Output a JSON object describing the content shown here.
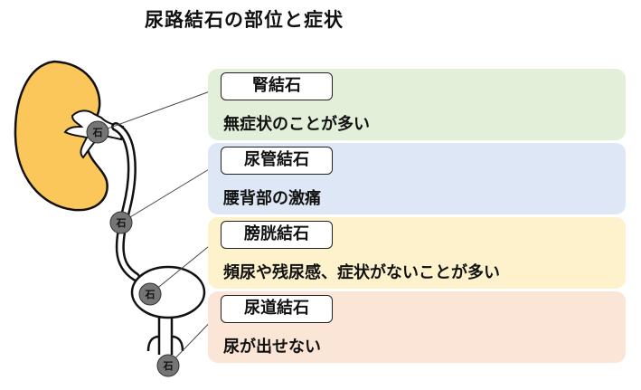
{
  "title": "尿路結石の部位と症状",
  "stone_marker": "石",
  "sections": [
    {
      "tag": "腎結石",
      "description": "無症状のことが多い",
      "color": "#e2efd9"
    },
    {
      "tag": "尿管結石",
      "description": "腰背部の激痛",
      "color": "#dde7f5"
    },
    {
      "tag": "膀胱結石",
      "description": "頻尿や残尿感、症状がないことが多い",
      "color": "#fdf2cc"
    },
    {
      "tag": "尿道結石",
      "description": "尿が出せない",
      "color": "#fbe5d6"
    }
  ],
  "colors": {
    "kidney": "#fbc65a",
    "stone": "#757575",
    "outline": "#111111"
  }
}
